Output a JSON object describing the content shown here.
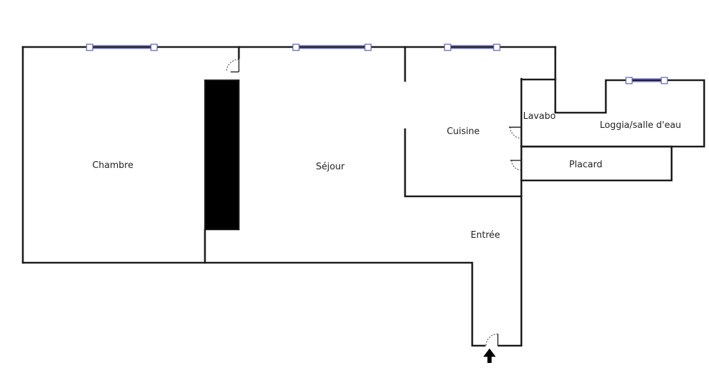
{
  "rooms": {
    "chambre": "Chambre",
    "sejour": "Séjour",
    "cuisine": "Cuisine",
    "lavabo": "Lavabo",
    "loggia": "Loggia/salle d'eau",
    "placard": "Placard",
    "entree": "Entrée"
  },
  "colors": {
    "wall": "#1a1a1a",
    "window": "#6f6fd6",
    "closet_fill": "#000000"
  },
  "icons": {
    "entrance": "entrance-arrow-icon"
  }
}
